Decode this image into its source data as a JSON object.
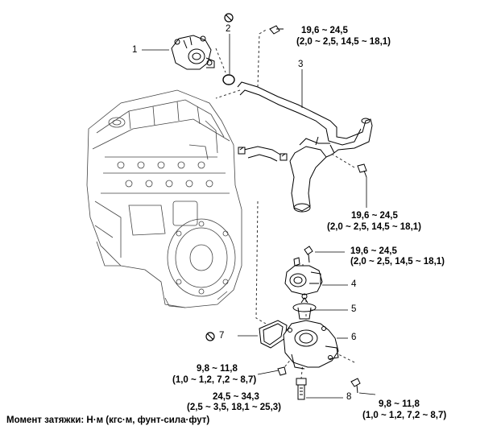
{
  "callouts": [
    {
      "id": "1",
      "text": "1"
    },
    {
      "id": "2",
      "text": "2"
    },
    {
      "id": "3",
      "text": "3"
    },
    {
      "id": "4",
      "text": "4"
    },
    {
      "id": "5",
      "text": "5"
    },
    {
      "id": "6",
      "text": "6"
    },
    {
      "id": "7",
      "text": "7"
    },
    {
      "id": "8",
      "text": "8"
    }
  ],
  "torques": {
    "t1": {
      "line1": "19,6 ~ 24,5",
      "line2": "(2,0 ~ 2,5, 14,5 ~ 18,1)"
    },
    "t2": {
      "line1": "19,6 ~ 24,5",
      "line2": "(2,0 ~ 2,5, 14,5 ~ 18,1)"
    },
    "t3": {
      "line1": "19,6 ~ 24,5",
      "line2": "(2,0 ~ 2,5, 14,5 ~ 18,1)"
    },
    "t4": {
      "line1": "9,8 ~ 11,8",
      "line2": "(1,0 ~ 1,2, 7,2 ~ 8,7)"
    },
    "t5": {
      "line1": "24,5 ~ 34,3",
      "line2": "(2,5 ~ 3,5, 18,1 ~ 25,3)"
    },
    "t6": {
      "line1": "9,8 ~ 11,8",
      "line2": "(1,0 ~ 1,2, 7,2 ~ 8,7)"
    }
  },
  "caption": "Момент затяжки: Н·м (кгс·м, фунт-сила·фут)",
  "icons": {
    "no_reuse": "prohibition-circle-icon"
  },
  "colors": {
    "line": "#000000",
    "fill": "#ffffff",
    "shade": "#cccccc"
  }
}
